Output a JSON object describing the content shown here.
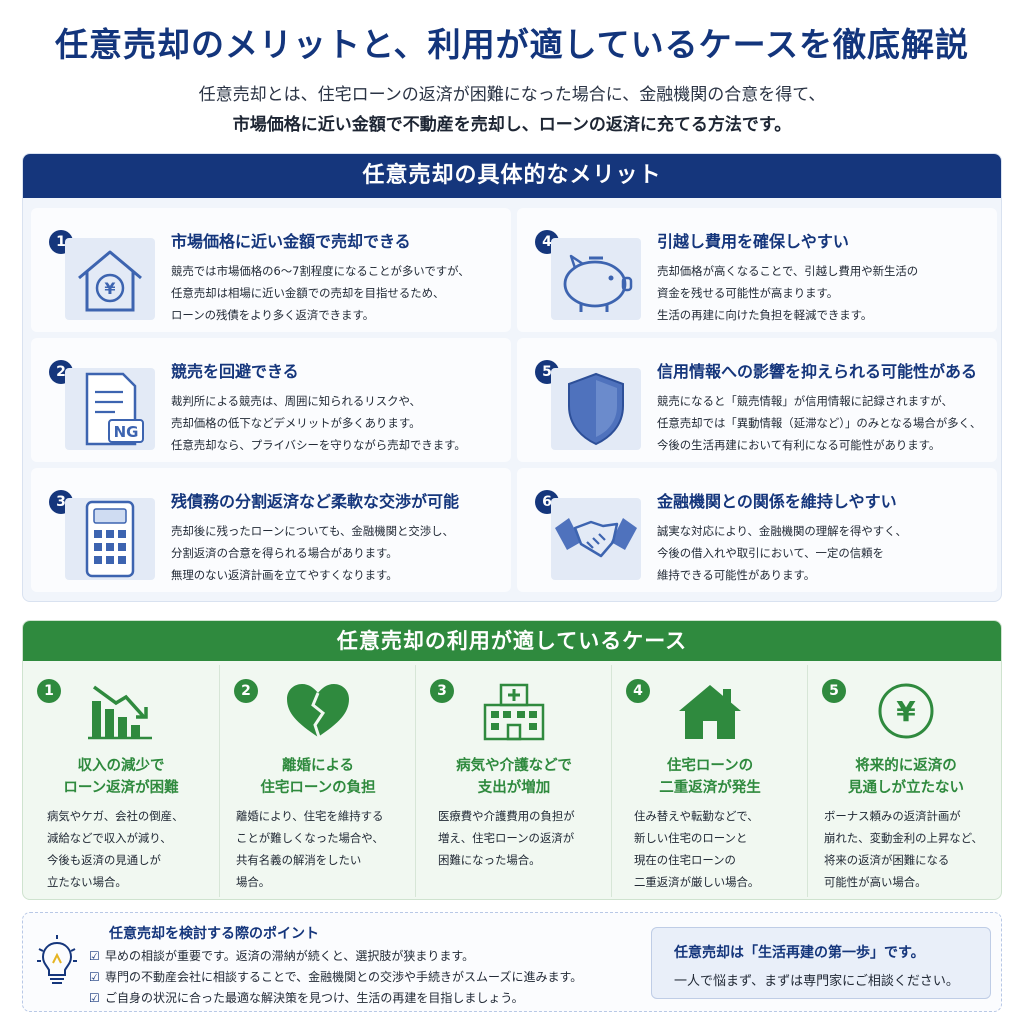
{
  "title": "任意売却のメリットと、利用が適しているケースを徹底解説",
  "intro": {
    "line1": "任意売却とは、住宅ローンの返済が困難になった場合に、金融機関の合意を得て、",
    "line2": "市場価格に近い金額で不動産を売却し、ローンの返済に充てる方法です。"
  },
  "colors": {
    "navy": "#15367c",
    "green": "#2f8a3e"
  },
  "merits": {
    "heading": "任意売却の具体的なメリット",
    "items": [
      {
        "num": "1",
        "icon": "house-yen-icon",
        "title": "市場価格に近い金額で売却できる",
        "lines": [
          "競売では市場価格の6～7割程度になることが多いですが、",
          "任意売却は相場に近い金額での売却を目指せるため、",
          "ローンの残債をより多く返済できます。"
        ]
      },
      {
        "num": "2",
        "icon": "document-ng-icon",
        "title": "競売を回避できる",
        "lines": [
          "裁判所による競売は、周囲に知られるリスクや、",
          "売却価格の低下などデメリットが多くあります。",
          "任意売却なら、プライバシーを守りながら売却できます。"
        ]
      },
      {
        "num": "3",
        "icon": "calculator-icon",
        "title": "残債務の分割返済など柔軟な交渉が可能",
        "lines": [
          "売却後に残ったローンについても、金融機関と交渉し、",
          "分割返済の合意を得られる場合があります。",
          "無理のない返済計画を立てやすくなります。"
        ]
      },
      {
        "num": "4",
        "icon": "piggy-bank-icon",
        "title": "引越し費用を確保しやすい",
        "lines": [
          "売却価格が高くなることで、引越し費用や新生活の",
          "資金を残せる可能性が高まります。",
          "生活の再建に向けた負担を軽減できます。"
        ]
      },
      {
        "num": "5",
        "icon": "shield-icon",
        "title": "信用情報への影響を抑えられる可能性がある",
        "lines": [
          "競売になると「競売情報」が信用情報に記録されますが、",
          "任意売却では「異動情報（延滞など）」のみとなる場合が多く、",
          "今後の生活再建において有利になる可能性があります。"
        ]
      },
      {
        "num": "6",
        "icon": "handshake-icon",
        "title": "金融機関との関係を維持しやすい",
        "lines": [
          "誠実な対応により、金融機関の理解を得やすく、",
          "今後の借入れや取引において、一定の信頼を",
          "維持できる可能性があります。"
        ]
      }
    ]
  },
  "cases": {
    "heading": "任意売却の利用が適しているケース",
    "items": [
      {
        "num": "1",
        "icon": "declining-chart-icon",
        "title1": "収入の減少で",
        "title2": "ローン返済が困難",
        "lines": [
          "病気やケガ、会社の倒産、",
          "減給などで収入が減り、",
          "今後も返済の見通しが",
          "立たない場合。"
        ]
      },
      {
        "num": "2",
        "icon": "broken-heart-icon",
        "title1": "離婚による",
        "title2": "住宅ローンの負担",
        "lines": [
          "離婚により、住宅を維持する",
          "ことが難しくなった場合や、",
          "共有名義の解消をしたい",
          "場合。"
        ]
      },
      {
        "num": "3",
        "icon": "hospital-icon",
        "title1": "病気や介護などで",
        "title2": "支出が増加",
        "lines": [
          "医療費や介護費用の負担が",
          "増え、住宅ローンの返済が",
          "困難になった場合。"
        ]
      },
      {
        "num": "4",
        "icon": "house-icon",
        "title1": "住宅ローンの",
        "title2": "二重返済が発生",
        "lines": [
          "住み替えや転勤などで、",
          "新しい住宅のローンと",
          "現在の住宅ローンの",
          "二重返済が厳しい場合。"
        ]
      },
      {
        "num": "5",
        "icon": "yen-coin-icon",
        "title1": "将来的に返済の",
        "title2": "見通しが立たない",
        "lines": [
          "ボーナス頼みの返済計画が",
          "崩れた、変動金利の上昇など、",
          "将来の返済が困難になる",
          "可能性が高い場合。"
        ]
      }
    ]
  },
  "points": {
    "title": "任意売却を検討する際のポイント",
    "check_icon": "checkbox-icon",
    "items": [
      "早めの相談が重要です。返済の滞納が続くと、選択肢が狭まります。",
      "専門の不動産会社に相談することで、金融機関との交渉や手続きがスムーズに進みます。",
      "ご自身の状況に合った最適な解決策を見つけ、生活の再建を目指しましょう。"
    ],
    "callout_line1": "任意売却は「生活再建の第一歩」です。",
    "callout_line2": "一人で悩まず、まずは専門家にご相談ください。"
  }
}
